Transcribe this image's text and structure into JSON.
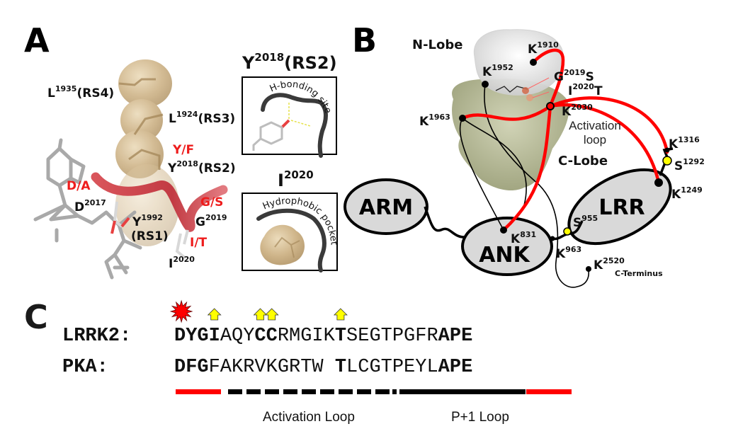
{
  "panels": {
    "a": "A",
    "b": "B",
    "c": "C"
  },
  "panel_a": {
    "residues": [
      {
        "name": "L",
        "num": "1935",
        "tag": "(RS4)"
      },
      {
        "name": "L",
        "num": "1924",
        "tag": "(RS3)"
      },
      {
        "name": "Y",
        "num": "2018",
        "tag": "(RS2)"
      },
      {
        "name": "D",
        "num": "2017",
        "tag": ""
      },
      {
        "name": "Y",
        "num": "1992",
        "tag": "(RS1)"
      },
      {
        "name": "G",
        "num": "2019",
        "tag": ""
      },
      {
        "name": "I",
        "num": "2020",
        "tag": ""
      }
    ],
    "mutations": {
      "y_f": "Y/F",
      "d_a": "D/A",
      "g_s": "G/S",
      "i_t": "I/T"
    },
    "inset_top": {
      "title_name": "Y",
      "title_num": "2018",
      "title_tag": "(RS2)",
      "caption": "H-bonding site"
    },
    "inset_bottom": {
      "title_name": "I",
      "title_num": "2020",
      "caption": "Hydrophobic pocket"
    }
  },
  "panel_b": {
    "lobes": {
      "n_lobe": "N-Lobe",
      "c_lobe": "C-Lobe",
      "activation_loop": "Activation loop"
    },
    "domains": [
      "ARM",
      "ANK",
      "LRR"
    ],
    "sites": [
      {
        "name": "K",
        "num": "1910"
      },
      {
        "name": "K",
        "num": "1952"
      },
      {
        "name": "G",
        "num": "2019",
        "suffix": "S"
      },
      {
        "name": "I",
        "num": "2020",
        "suffix": "T"
      },
      {
        "name": "K",
        "num": "1963"
      },
      {
        "name": "K",
        "num": "2030"
      },
      {
        "name": "K",
        "num": "1316"
      },
      {
        "name": "S",
        "num": "1292"
      },
      {
        "name": "K",
        "num": "1249"
      },
      {
        "name": "K",
        "num": "831"
      },
      {
        "name": "S",
        "num": "955"
      },
      {
        "name": "K",
        "num": "963"
      },
      {
        "name": "K",
        "num": "2520"
      }
    ],
    "c_terminus": "C-Terminus",
    "colors": {
      "crosslink_red": "#ff0000",
      "domain_fill": "#d9d9d9",
      "phospho_yellow": "#ffff00",
      "kinase_olive": "#8a8f5c"
    }
  },
  "panel_c": {
    "rows": [
      {
        "label": "LRRK2:",
        "segments": [
          {
            "text": "DYGI",
            "bold": true
          },
          {
            "text": "AQY",
            "bold": false
          },
          {
            "text": "CC",
            "bold": true
          },
          {
            "text": "RMGIK",
            "bold": false
          },
          {
            "text": "T",
            "bold": true
          },
          {
            "text": "SEGTPGFR",
            "bold": false
          },
          {
            "text": "APE",
            "bold": true
          }
        ]
      },
      {
        "label": "PKA:",
        "segments": [
          {
            "text": "DFG",
            "bold": true
          },
          {
            "text": "FAKRVKGRTW ",
            "bold": false
          },
          {
            "text": "T",
            "bold": true
          },
          {
            "text": "LCGTPEYL",
            "bold": false
          },
          {
            "text": "APE",
            "bold": true
          }
        ]
      }
    ],
    "markers": {
      "starburst_position": 1,
      "arrow_positions": [
        4,
        8,
        9,
        15
      ]
    },
    "bar_captions": {
      "activation_loop": "Activation Loop",
      "p1_loop": "P+1 Loop"
    },
    "colors": {
      "motif_bar": "#ff0000",
      "loop_bar": "#000000",
      "arrow": "#ffff00",
      "starburst": "#ff0000"
    }
  }
}
